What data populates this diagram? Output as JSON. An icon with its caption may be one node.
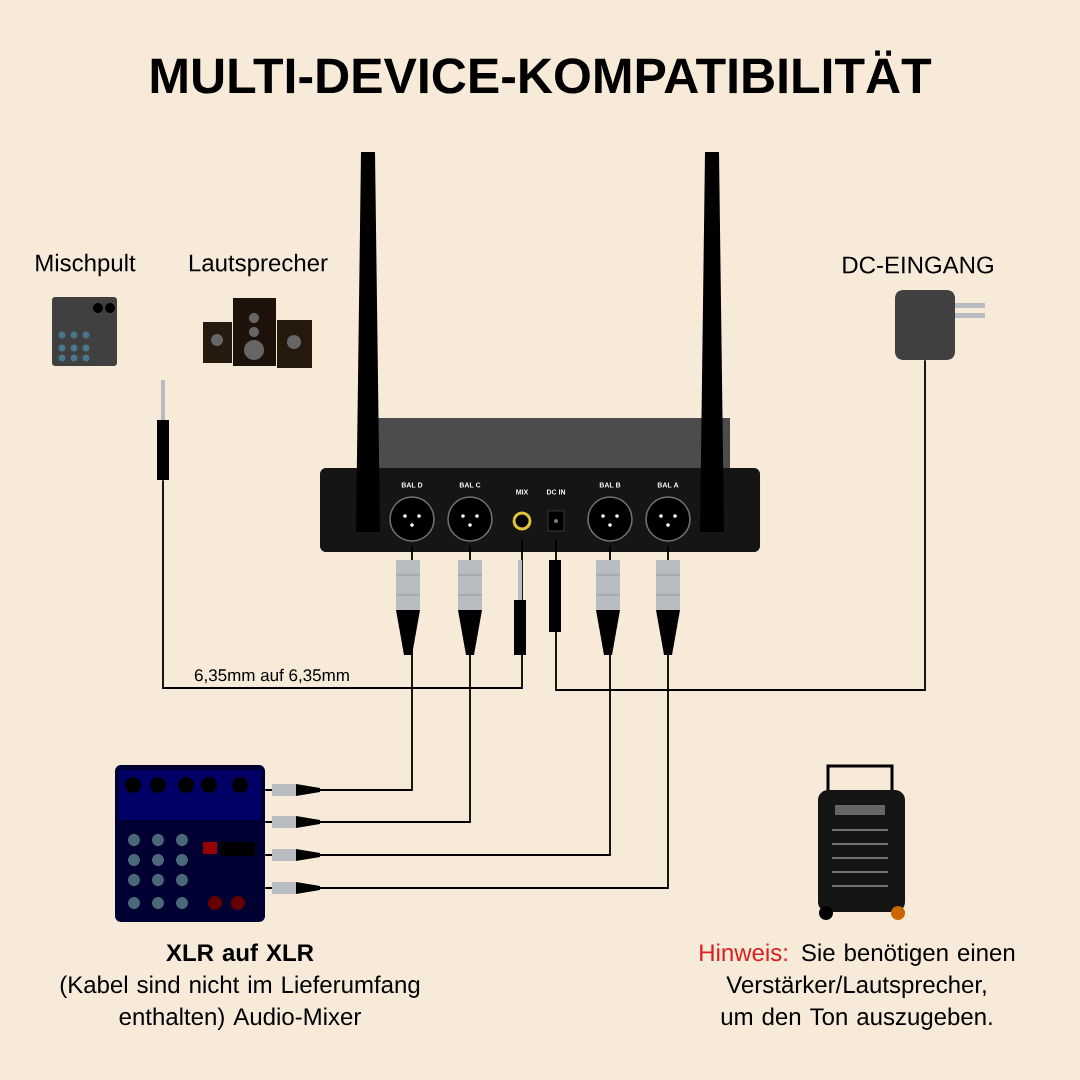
{
  "diagram": {
    "title": "MULTI-DEVICE-KOMPATIBILITÄT",
    "nodes": [
      {
        "text": [
          "Mischpult"
        ]
      },
      {
        "text": [
          "Lautsprecher"
        ]
      },
      {
        "text": [
          "DC-EINGANG"
        ]
      },
      {
        "text": [],
        "shape": "picture"
      },
      {
        "text": [
          "BAL D"
        ],
        "in": 3
      },
      {
        "text": [
          "BAL C"
        ],
        "in": 3
      },
      {
        "text": [
          "MIX"
        ],
        "in": 3
      },
      {
        "text": [
          "DC IN"
        ],
        "in": 3
      },
      {
        "text": [
          "BAL B"
        ],
        "in": 3
      },
      {
        "text": [
          "BAL A"
        ],
        "in": 3
      },
      {
        "text": [],
        "shape": "plug"
      },
      {
        "text": [
          "XLR auf XLR",
          "(Kabel sind nicht im Lieferumfang enthalten) Audio-Mixer"
        ]
      },
      {
        "text": [],
        "shape": "picture"
      },
      {
        "text": [],
        "shape": "antenna"
      },
      {
        "text": [],
        "shape": "antenna"
      }
    ],
    "edges": [
      {
        "from": 6,
        "to": 10,
        "arrow": "none",
        "label": "6,35mm auf 6,35mm"
      },
      {
        "from": 7,
        "to": 2,
        "arrow": "none"
      },
      {
        "from": 4,
        "to": 11,
        "arrow": "none"
      },
      {
        "from": 5,
        "to": 11,
        "arrow": "none"
      },
      {
        "from": 8,
        "to": 11,
        "arrow": "none"
      },
      {
        "from": 9,
        "to": 11,
        "arrow": "none"
      }
    ],
    "labels": [
      "Hinweis:",
      "Sie benötigen einen Verstärker/Lautsprecher, um den Ton auszugeben."
    ]
  }
}
